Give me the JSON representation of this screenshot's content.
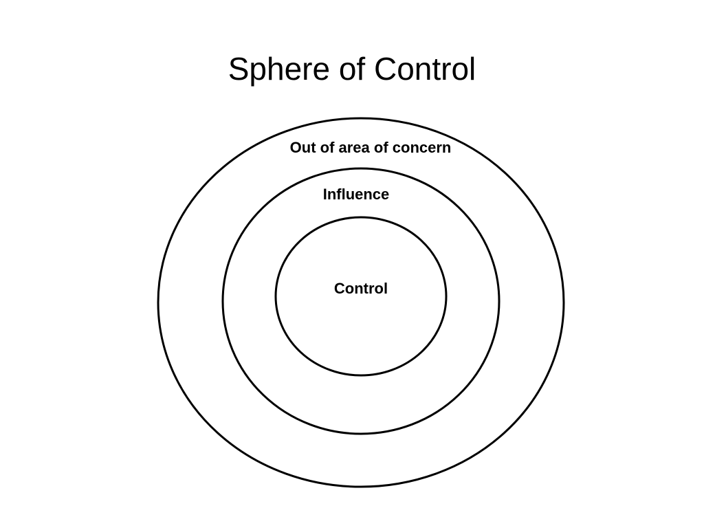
{
  "slide": {
    "title": "Sphere of Control"
  },
  "diagram": {
    "outer_label": "Out of area of concern",
    "middle_label": "Influence",
    "inner_label": "Control",
    "stroke_color": "#000000",
    "background_color": "#ffffff"
  }
}
